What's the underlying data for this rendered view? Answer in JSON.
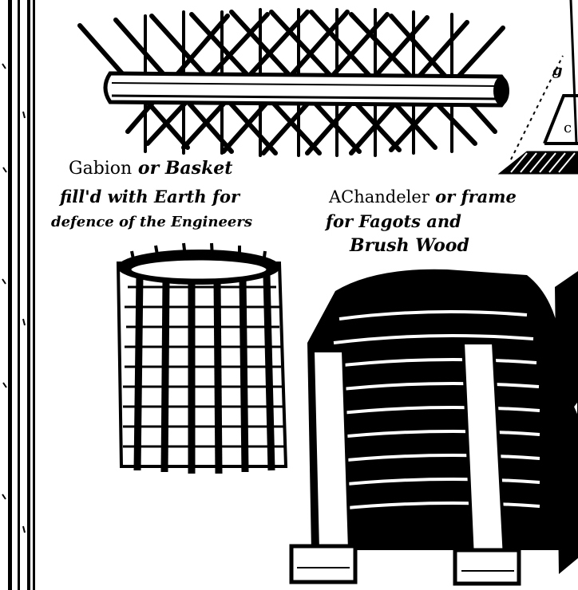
{
  "image": {
    "kind": "engraving",
    "colors": {
      "ink": "#000000",
      "paper": "#ffffff"
    }
  },
  "captions": {
    "gabion": {
      "line1_roman": "Gabion",
      "line1_italic": "or Basket",
      "line2": "fill'd with Earth for",
      "line3": "defence of the Engineers"
    },
    "chandeler": {
      "line1_roman": "AChandeler",
      "line1_italic": "or frame",
      "line2": "for Fagots and",
      "line3": "Brush Wood"
    },
    "corner_letters": {
      "upper": "g",
      "lower": "c"
    }
  }
}
